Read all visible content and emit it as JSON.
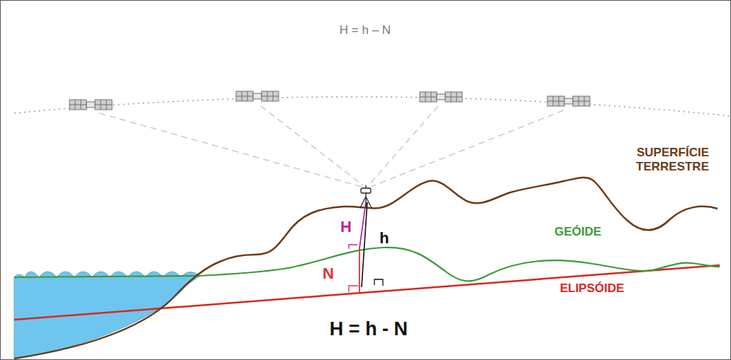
{
  "diagram": {
    "labels": [
      "H = h – N",
      "SUPERFÍCIE TERRESTRE",
      "GEÓIDE",
      "ELIPSÓIDE",
      "H",
      "h",
      "N",
      "H = h - N"
    ]
  }
}
